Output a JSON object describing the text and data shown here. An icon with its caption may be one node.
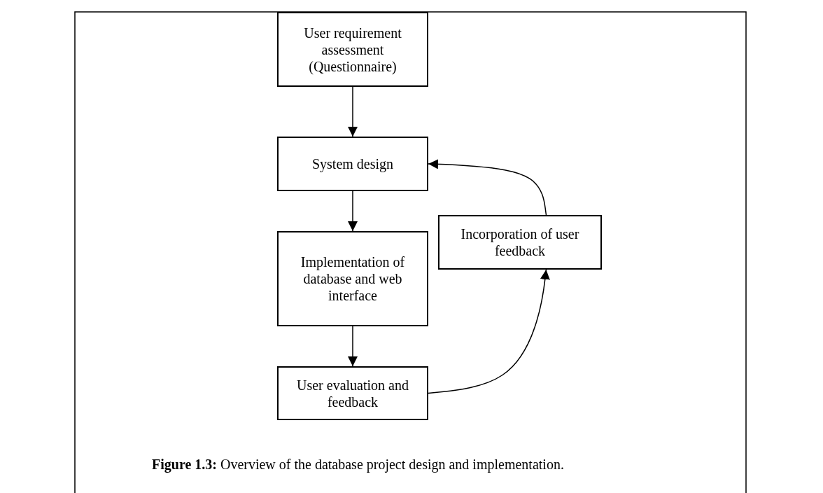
{
  "diagram": {
    "nodes": [
      {
        "text": [
          "User requirement assessment (Questionnaire)"
        ]
      },
      {
        "text": [
          "System design"
        ]
      },
      {
        "text": [
          "Implementation of database and web interface"
        ]
      },
      {
        "text": [
          "User evaluation and feedback"
        ]
      },
      {
        "text": [
          "Incorporation of user feedback"
        ]
      }
    ],
    "edges": [
      {
        "from": 0,
        "to": 1,
        "arrow": "to"
      },
      {
        "from": 1,
        "to": 2,
        "arrow": "to"
      },
      {
        "from": 2,
        "to": 3,
        "arrow": "to"
      },
      {
        "from": 3,
        "to": 4,
        "arrow": "to"
      },
      {
        "from": 4,
        "to": 1,
        "arrow": "to"
      }
    ],
    "caption": "**Figure 1.3:** Overview of the database project design and implementation."
  }
}
